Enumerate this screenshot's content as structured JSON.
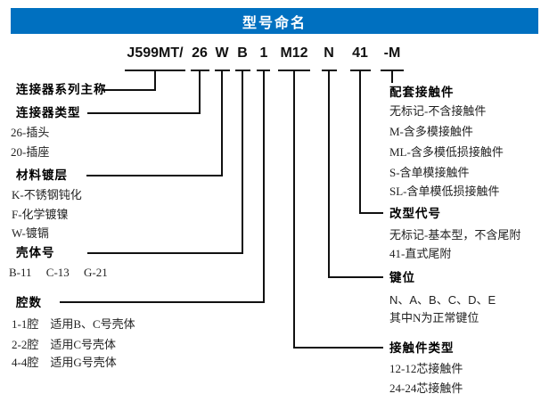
{
  "header": {
    "title": "型号命名",
    "bar_color": "#0070C0"
  },
  "part_number": {
    "full": "J599MT/ 26 W B 1 M12 N 41 -M",
    "segments": [
      "J599MT/",
      "26",
      "W",
      "B",
      "1",
      "M12",
      "N",
      "41",
      "-M"
    ]
  },
  "left_groups": [
    {
      "title": "连接器系列主称",
      "items": []
    },
    {
      "title": "连接器类型",
      "items": [
        "26-插头",
        "20-插座"
      ]
    },
    {
      "title": "材料镀层",
      "items": [
        "K-不锈钢钝化",
        "F-化学镀镍",
        "W-镀镉"
      ]
    },
    {
      "title": "壳体号",
      "items": [
        "B-11　 C-13　 G-21"
      ]
    },
    {
      "title": "腔数",
      "items": [
        "1-1腔　适用B、C号壳体",
        "2-2腔　适用C号壳体",
        "4-4腔　适用G号壳体"
      ]
    }
  ],
  "right_groups": [
    {
      "title": "配套接触件",
      "items": [
        "无标记-不含接触件",
        "M-含多模接触件",
        "ML-含多模低损接触件",
        "S-含单模接触件",
        "SL-含单模低损接触件"
      ]
    },
    {
      "title": "改型代号",
      "items": [
        "无标记-基本型，不含尾附",
        "41-直式尾附"
      ]
    },
    {
      "title": "键位",
      "items": [
        "N、A、B、C、D、E",
        "其中N为正常键位"
      ]
    },
    {
      "title": "接触件类型",
      "items": [
        "12-12芯接触件",
        "24-24芯接触件"
      ]
    }
  ]
}
